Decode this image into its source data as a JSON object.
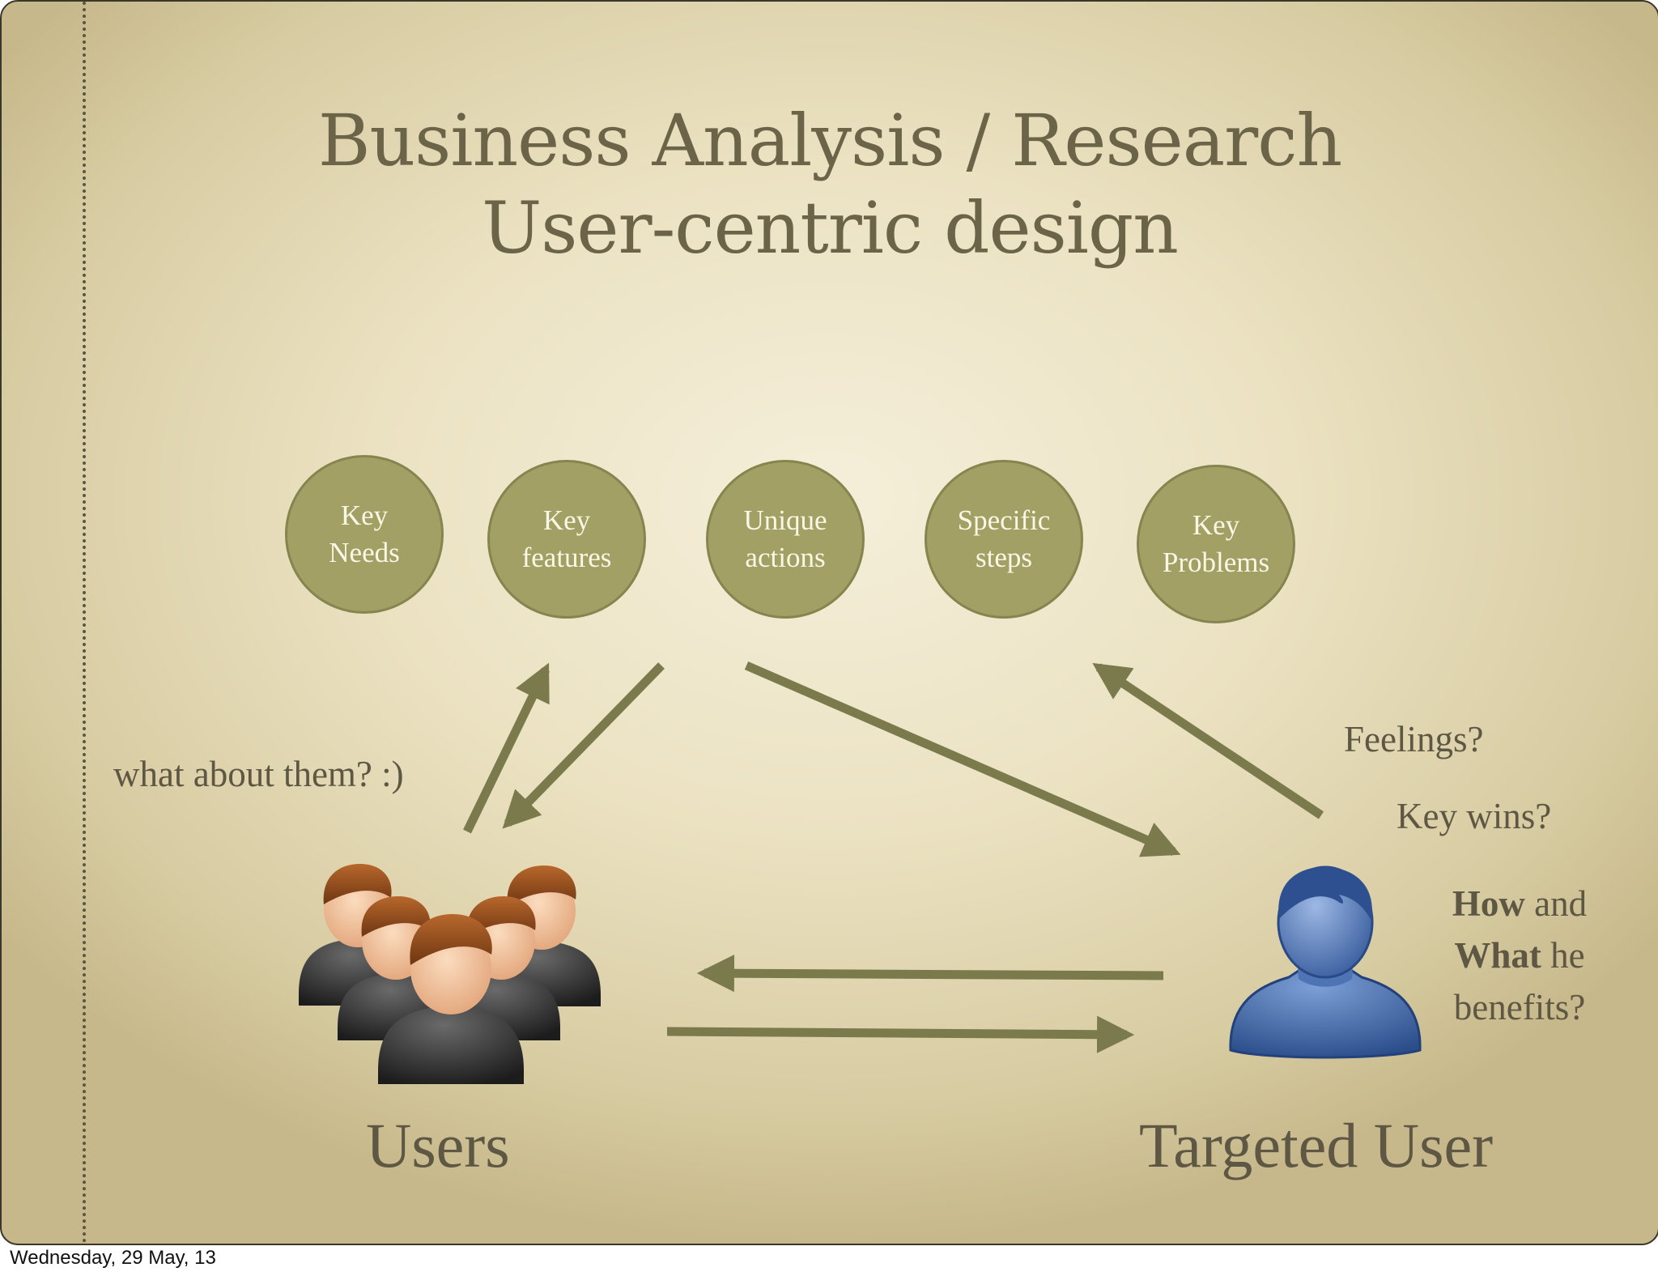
{
  "slide": {
    "title_line1": "Business Analysis / Research",
    "title_line2": "User-centric design"
  },
  "circles": [
    {
      "label": "Key\nNeeds"
    },
    {
      "label": "Key\nfeatures"
    },
    {
      "label": "Unique\nactions"
    },
    {
      "label": "Specific\nsteps"
    },
    {
      "label": "Key\nProblems"
    }
  ],
  "labels": {
    "what_about": "what about them? :)",
    "feelings": "Feelings?",
    "key_wins": "Key wins?",
    "benefits": {
      "how": "How",
      "and": " and",
      "what": "What",
      "he": " he",
      "benefits": "benefits?"
    },
    "users": "Users",
    "targeted_user": "Targeted User"
  },
  "icons": {
    "group": "users-group-icon",
    "single": "targeted-user-icon"
  },
  "colors": {
    "circle_fill": "#a2a064",
    "arrow": "#7b7a4c",
    "text": "#5e5744",
    "title": "#6c6448",
    "user_blue": "#4a72b4",
    "hair_brown": "#8a4a1e"
  },
  "footer": {
    "date": "Wednesday, 29 May, 13"
  }
}
